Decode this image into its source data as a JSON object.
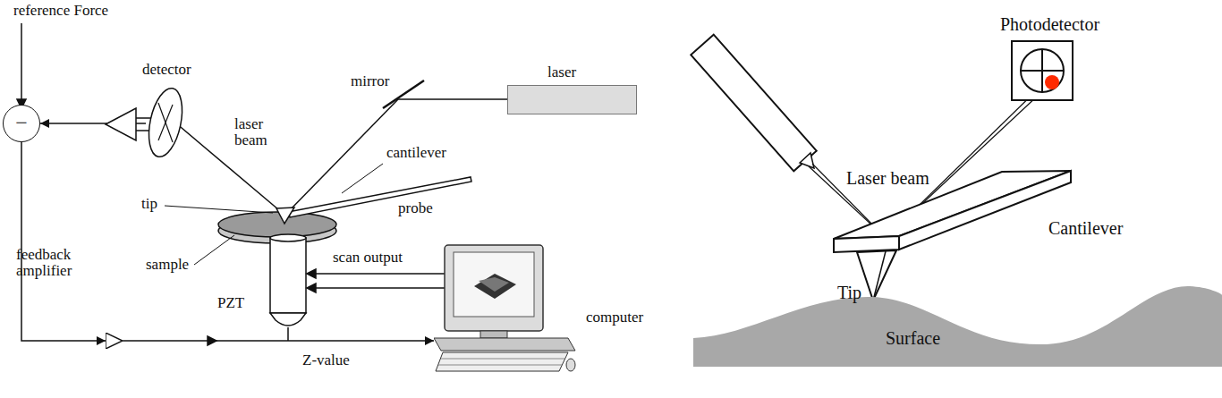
{
  "diagram": {
    "nodes": [
      {
        "text": [
          "−"
        ]
      },
      {
        "text": [
          "detector"
        ]
      },
      {
        "text": [
          "laser"
        ]
      },
      {
        "text": [
          "feedback amplifier"
        ]
      },
      {
        "text": [
          "computer"
        ]
      },
      {
        "text": [
          "Photodetector"
        ]
      },
      {
        "text": [
          "Surface"
        ]
      }
    ],
    "edges": [
      {
        "from": 1,
        "to": 0,
        "arrow": "to"
      },
      {
        "from": 0,
        "to": 3,
        "arrow": "to"
      },
      {
        "from": 3,
        "to": 4,
        "arrow": "to"
      }
    ],
    "labels": [
      "reference Force",
      "mirror",
      "laser beam",
      "cantilever",
      "tip",
      "probe",
      "sample",
      "scan output",
      "PZT",
      "Z-value",
      "Laser beam",
      "Cantilever",
      "Tip"
    ]
  }
}
